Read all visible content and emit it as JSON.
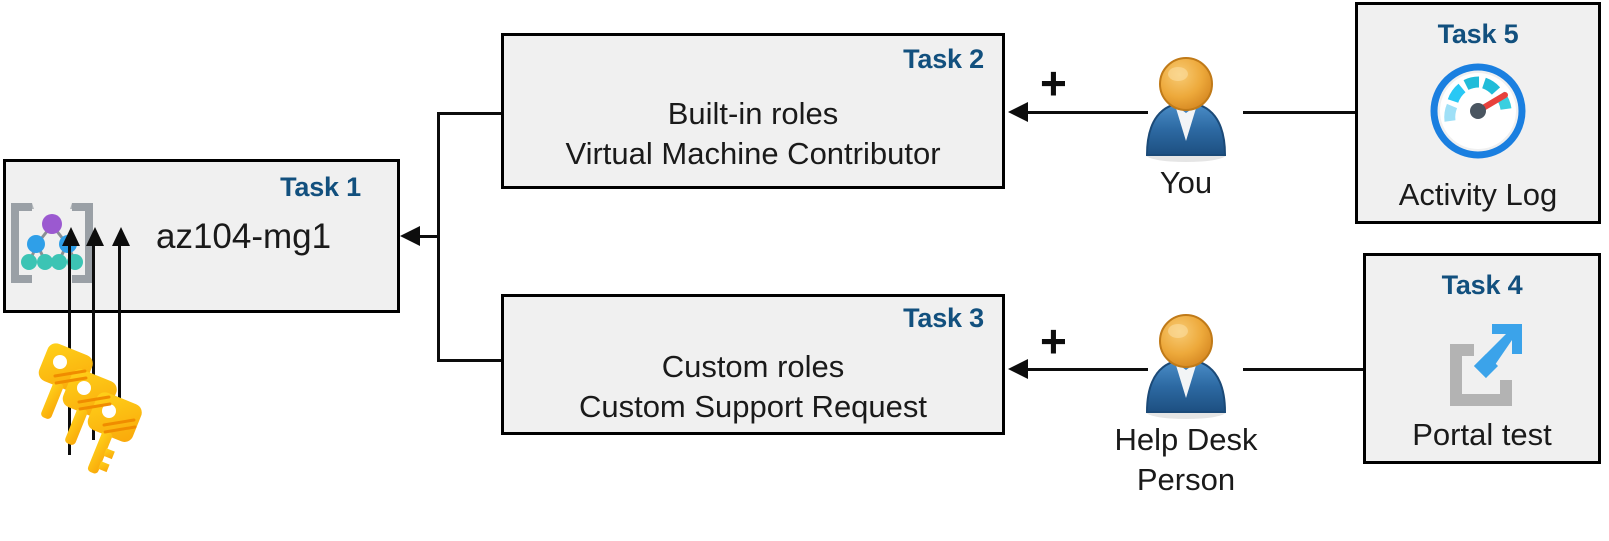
{
  "diagram": {
    "title": "Azure RBAC task diagram",
    "accent_color": "#12507e",
    "box_fill": "#f0f0f0",
    "box_border": "#000000"
  },
  "boxes": {
    "task1": {
      "label": "Task 1",
      "name": "az104-mg1",
      "icon": "management-group-icon"
    },
    "task2": {
      "label": "Task 2",
      "line1": "Built-in roles",
      "line2": "Virtual Machine Contributor"
    },
    "task3": {
      "label": "Task 3",
      "line1": "Custom roles",
      "line2": "Custom Support Request"
    },
    "task4": {
      "label": "Task 4",
      "caption": "Portal test",
      "icon": "external-link-icon"
    },
    "task5": {
      "label": "Task 5",
      "caption": "Activity Log",
      "icon": "gauge-icon"
    }
  },
  "people": {
    "you": {
      "caption": "You",
      "icon": "user-icon"
    },
    "helpdesk": {
      "caption": "Help Desk\nPerson",
      "icon": "user-icon"
    }
  },
  "symbols": {
    "plus_top": "+",
    "plus_bottom": "+"
  },
  "icons": {
    "keys": "keys-icon"
  },
  "colors": {
    "key_yellow": "#ffc400",
    "key_orange": "#f5a623",
    "person_head": "#e8a33d",
    "person_body": "#2c6ba8",
    "gauge_blue": "#1a7fe0",
    "gauge_needle": "#e8413c",
    "mg_purple": "#9b59d0",
    "mg_blue": "#2f9fe8",
    "mg_teal": "#3cc4b4",
    "mg_bracket": "#9aa0a6",
    "link_arrow_blue": "#3ba3ea",
    "link_frame_gray": "#b3b3b3"
  }
}
